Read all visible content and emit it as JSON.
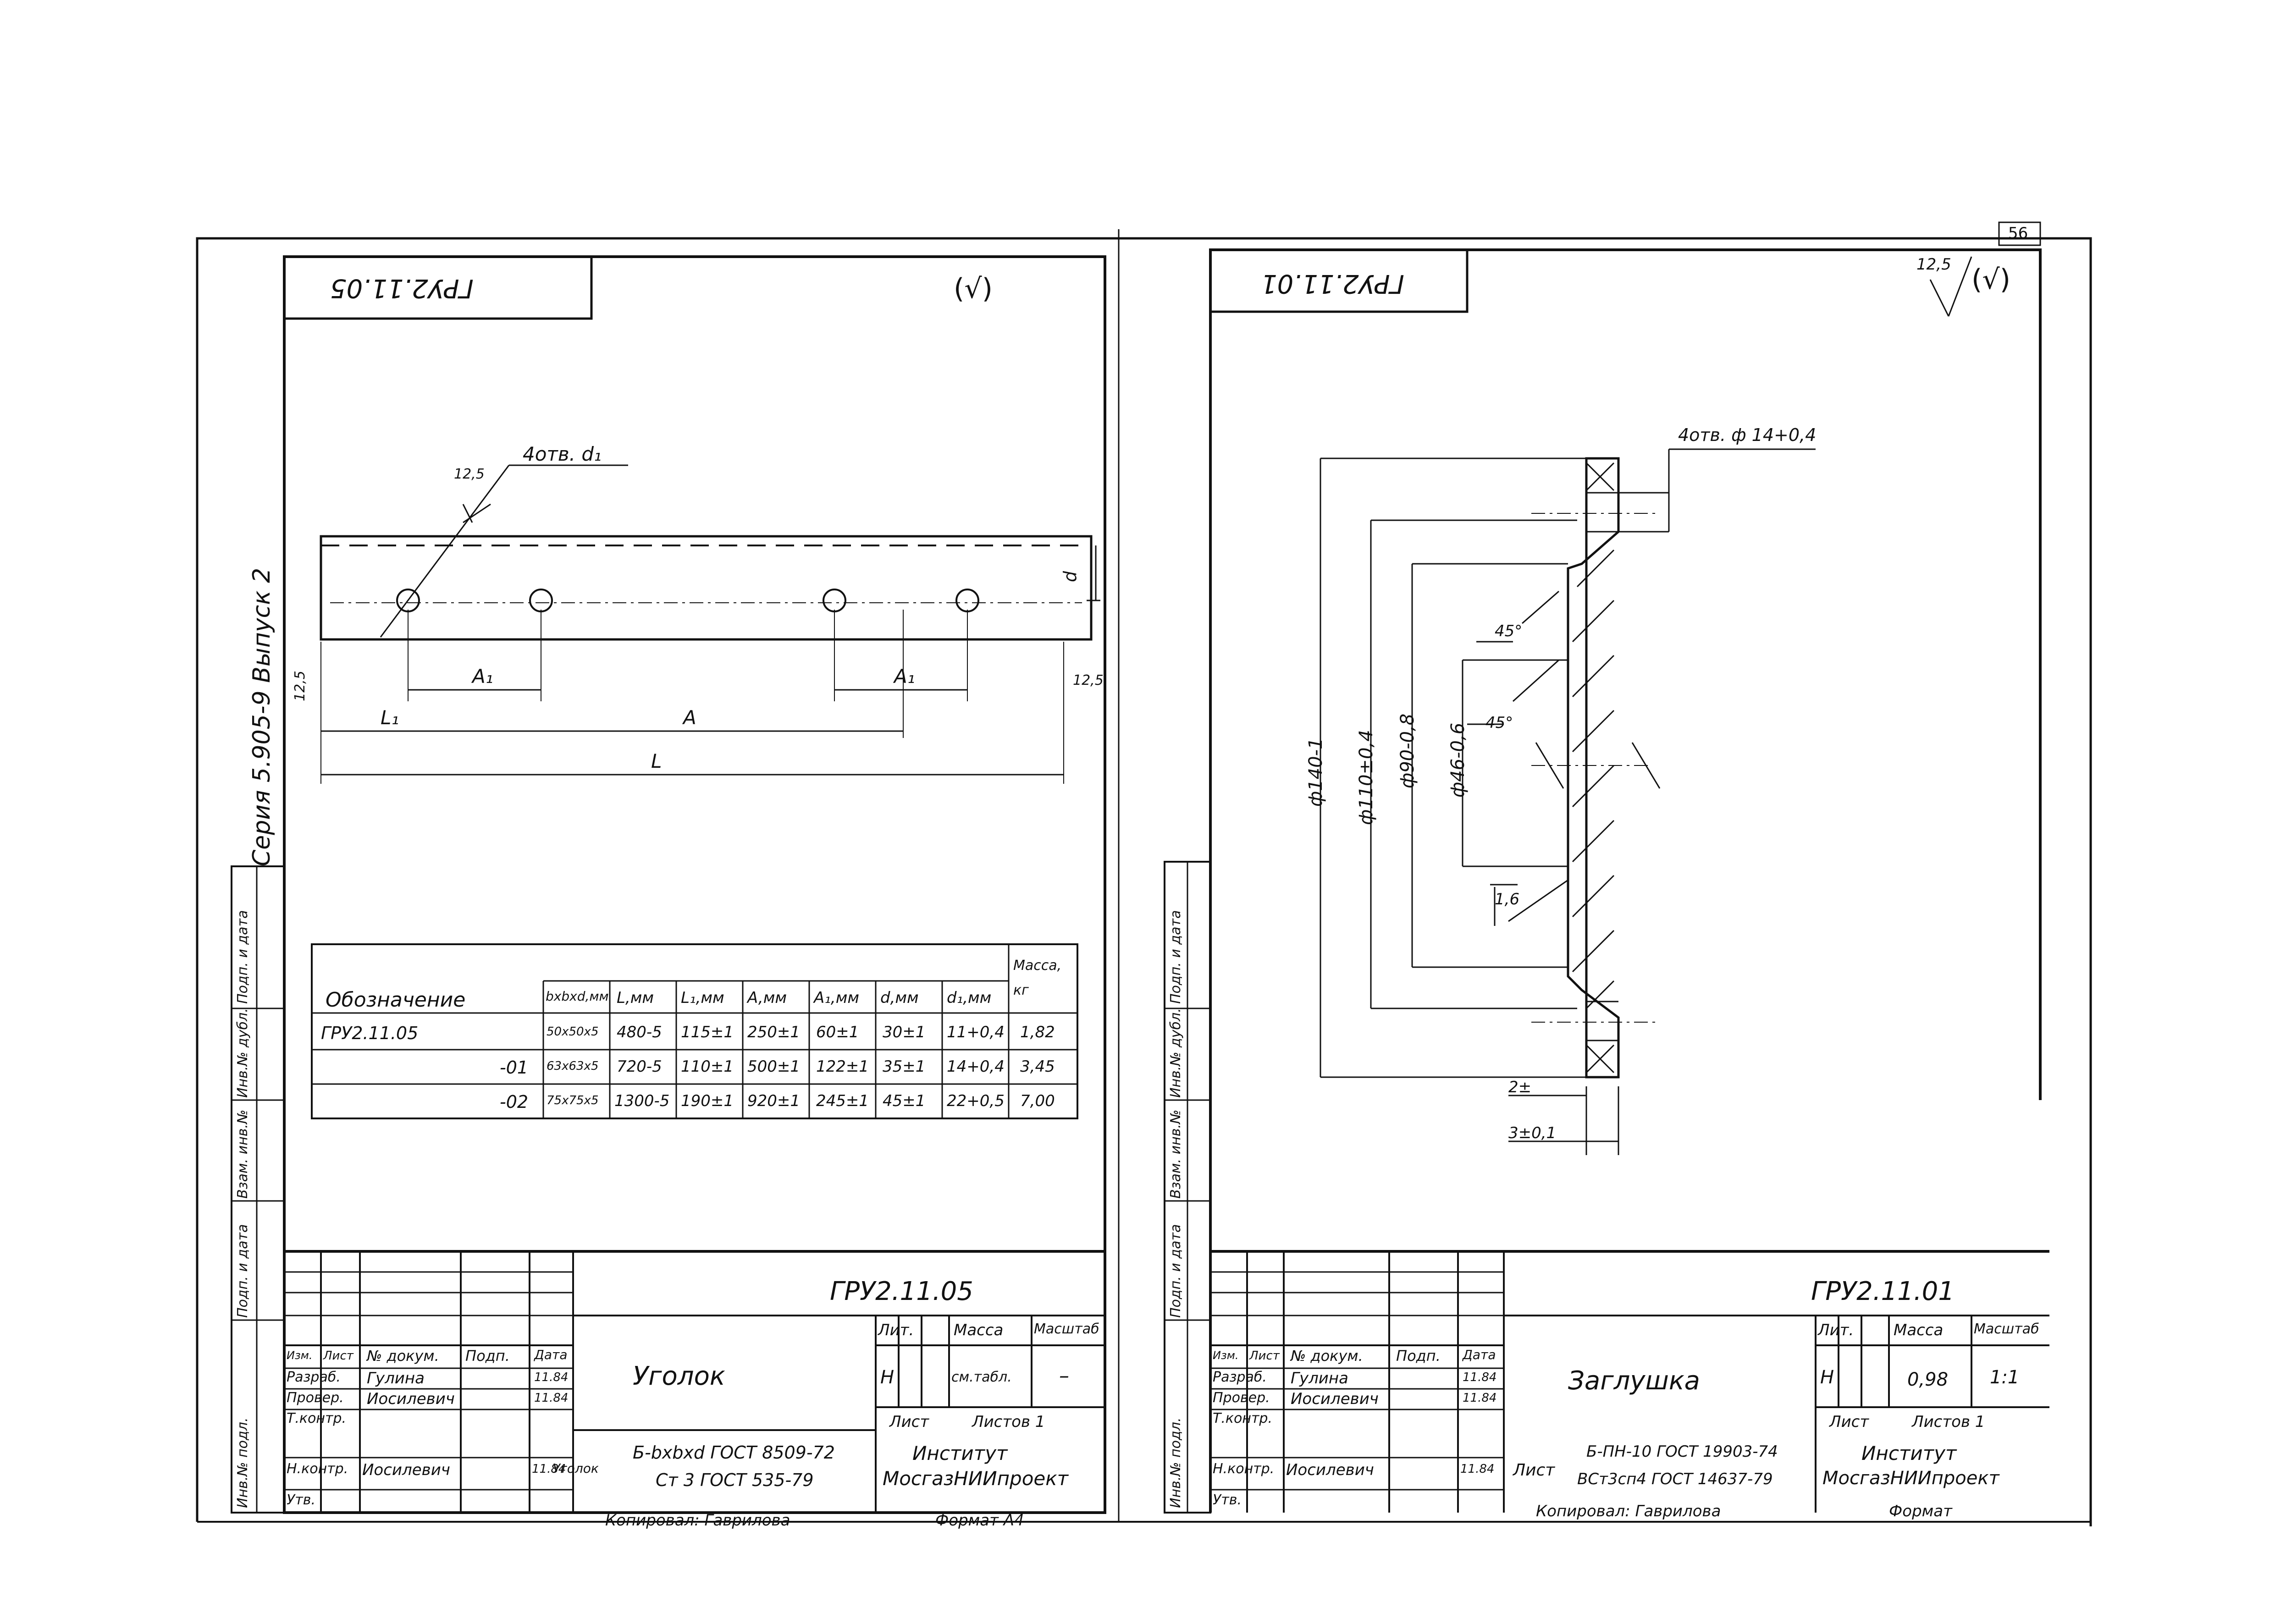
{
  "page_number": "56",
  "left_sheet": {
    "stamp_flipped": "ГРУ2.11.05",
    "roughness_top": "(√)",
    "vertical_label": "Серия 5.905-9    Выпуск 2",
    "drawing": {
      "roughness": "12,5",
      "hole_note": "4отв. d₁",
      "roughness_left": "12,5",
      "roughness_right": "12,5",
      "dim_A1_left": "A₁",
      "dim_A1_right": "A₁",
      "dim_L1": "L₁",
      "dim_A": "A",
      "dim_L": "L",
      "dim_d": "d"
    },
    "table": {
      "headers": [
        "Обозначение",
        "bxbxd,мм",
        "L,мм",
        "L₁,мм",
        "A,мм",
        "A₁,мм",
        "d,мм",
        "d₁,мм",
        "Масса, кг"
      ],
      "rows": [
        [
          "ГРУ2.11.05",
          "50x50x5",
          "480-5",
          "115±1",
          "250±1",
          "60±1",
          "30±1",
          "11+0,4",
          "1,82"
        ],
        [
          "-01",
          "63x63x5",
          "720-5",
          "110±1",
          "500±1",
          "122±1",
          "35±1",
          "14+0,4",
          "3,45"
        ],
        [
          "-02",
          "75x75x5",
          "1300-5",
          "190±1",
          "920±1",
          "245±1",
          "45±1",
          "22+0,5",
          "7,00"
        ]
      ]
    },
    "side_stamps": [
      "Подп. и дата",
      "Инв.№ дубл.",
      "Взам. инв.№",
      "Подп. и дата",
      "Инв.№ подл."
    ],
    "title_block": {
      "designation": "ГРУ2.11.05",
      "name": "Уголок",
      "col_headers": [
        "Изм.",
        "Лист",
        "№ докум.",
        "Подп.",
        "Дата"
      ],
      "roles": [
        {
          "role": "Разраб.",
          "name": "Гулина",
          "date": "11.84"
        },
        {
          "role": "Провер.",
          "name": "Иосилевич",
          "date": "11.84"
        },
        {
          "role": "Т.контр.",
          "name": "",
          "date": ""
        },
        {
          "role": "Н.контр.",
          "name": "Иосилевич",
          "date": "11.84"
        },
        {
          "role": "Утв.",
          "name": "",
          "date": ""
        }
      ],
      "lit_label": "Лит.",
      "mass_label": "Масса",
      "scale_label": "Масштаб",
      "lit_value": "Н",
      "mass_value": "см.табл.",
      "scale_value": "–",
      "sheet_label": "Лист",
      "sheets_label": "Листов 1",
      "material_prefix": "Уголок",
      "material_line1": "Б-bxbxd ГОСТ 8509-72",
      "material_line2": "Ст 3 ГОСТ 535-79",
      "org_line1": "Институт",
      "org_line2": "МосгазНИИпроект",
      "copied": "Копировал: Гаврилова",
      "format": "Формат А4"
    }
  },
  "right_sheet": {
    "stamp_flipped": "ГРУ2.11.01",
    "roughness_top": "12,5",
    "roughness_top_paren": "(√)",
    "drawing": {
      "hole_note": "4отв. ф 14+0,4",
      "dia_140": "ф140-1",
      "dia_110": "ф110±0,4",
      "dia_90": "ф90-0,8",
      "dia_46": "ф46-0,6",
      "angle_1": "45°",
      "angle_2": "45°",
      "roughness_16": "1,6",
      "dim_2": "2±",
      "dim_3": "3±0,1"
    },
    "side_stamps": [
      "Подп. и дата",
      "Инв.№ дубл.",
      "Взам. инв.№",
      "Подп. и дата",
      "Инв.№ подл."
    ],
    "title_block": {
      "designation": "ГРУ2.11.01",
      "name": "Заглушка",
      "col_headers": [
        "Изм.",
        "Лист",
        "№ докум.",
        "Подп.",
        "Дата"
      ],
      "roles": [
        {
          "role": "Разраб.",
          "name": "Гулина",
          "date": "11.84"
        },
        {
          "role": "Провер.",
          "name": "Иосилевич",
          "date": "11.84"
        },
        {
          "role": "Т.контр.",
          "name": "",
          "date": ""
        },
        {
          "role": "Н.контр.",
          "name": "Иосилевич",
          "date": "11.84"
        },
        {
          "role": "Утв.",
          "name": "",
          "date": ""
        }
      ],
      "lit_label": "Лит.",
      "mass_label": "Масса",
      "scale_label": "Масштаб",
      "lit_value": "Н",
      "mass_value": "0,98",
      "scale_value": "1:1",
      "sheet_label": "Лист",
      "sheets_label": "Листов 1",
      "material_prefix": "Лист",
      "material_line1": "Б-ПН-10 ГОСТ 19903-74",
      "material_line2": "ВСт3сп4 ГОСТ 14637-79",
      "org_line1": "Институт",
      "org_line2": "МосгазНИИпроект",
      "copied": "Копировал: Гаврилова",
      "format": "Формат"
    }
  }
}
